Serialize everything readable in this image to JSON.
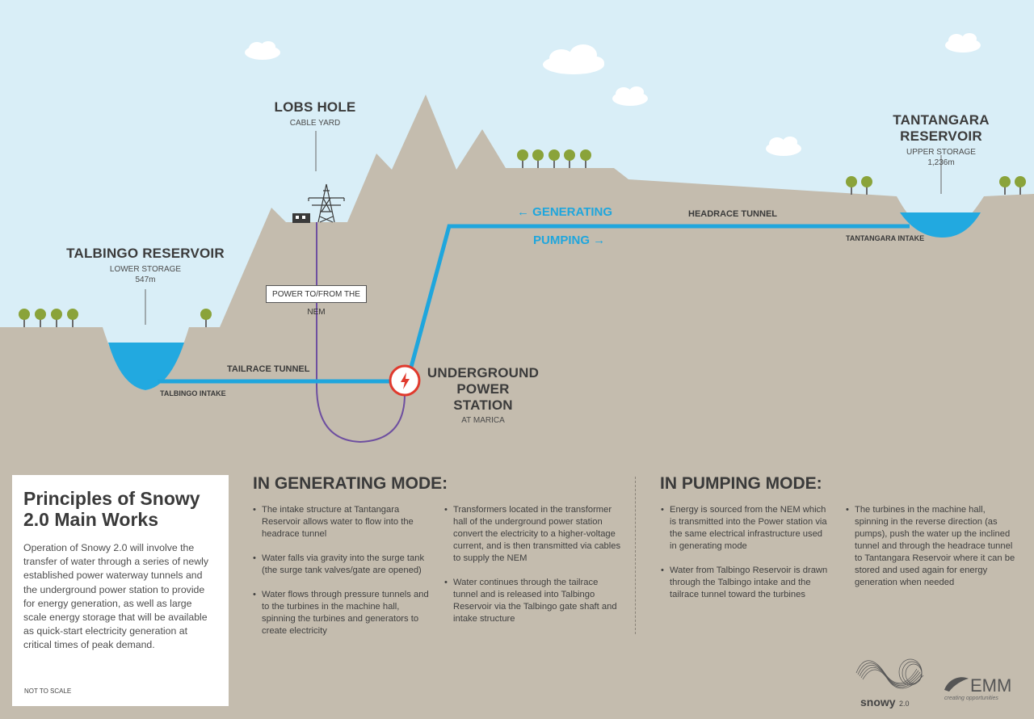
{
  "colors": {
    "sky": "#d9eef7",
    "ground": "#c4bcae",
    "water": "#22a9e0",
    "tunnel": "#1fa6dd",
    "cable": "#6e4fa0",
    "station_red": "#e03a2e",
    "tree_leaf": "#8aa33a",
    "text_dark": "#3a3a3a"
  },
  "labels": {
    "lobs_hole": {
      "title": "LOBS HOLE",
      "subtitle": "CABLE YARD"
    },
    "talbingo": {
      "title": "TALBINGO RESERVOIR",
      "subtitle": "LOWER STORAGE",
      "elevation": "547m"
    },
    "tantangara": {
      "title": "TANTANGARA RESERVOIR",
      "subtitle": "UPPER STORAGE",
      "elevation": "1,236m"
    },
    "power_station": {
      "title_line1": "UNDERGROUND",
      "title_line2": "POWER STATION",
      "subtitle": "AT MARICA"
    },
    "power_box": "POWER TO/FROM THE NEM",
    "tailrace_tunnel": "TAILRACE TUNNEL",
    "headrace_tunnel": "HEADRACE TUNNEL",
    "generating_flow": "← GENERATING",
    "pumping_flow": "PUMPING →",
    "talbingo_intake": "TALBINGO INTAKE",
    "tantangara_intake": "TANTANGARA INTAKE"
  },
  "card": {
    "title": "Principles of Snowy 2.0 Main Works",
    "body": "Operation of Snowy 2.0 will involve the transfer of water through a series of newly established power waterway tunnels and the underground power station to provide for energy generation, as well as large scale energy storage that will be available as quick-start electricity generation at critical times of peak demand.",
    "note": "NOT TO SCALE"
  },
  "generating": {
    "heading": "IN GENERATING MODE:",
    "col1": [
      "The intake structure at Tantangara Reservoir allows water to flow into the headrace tunnel",
      "Water falls via gravity into the surge tank (the surge tank valves/gate are opened)",
      "Water flows through pressure tunnels and to the turbines in the machine hall, spinning the turbines and generators to create electricity"
    ],
    "col2": [
      "Transformers located in the transformer hall of the underground power station convert the electricity to a higher-voltage current, and is then transmitted via cables to supply the NEM",
      "Water continues through the tailrace tunnel and is released into Talbingo Reservoir via the Talbingo gate shaft and intake structure"
    ]
  },
  "pumping": {
    "heading": "IN PUMPING MODE:",
    "col1": [
      "Energy is sourced from the NEM which is transmitted into the Power station via the same electrical infrastructure used in generating mode",
      "Water from Talbingo Reservoir is drawn through the Talbingo intake and the tailrace tunnel toward the turbines"
    ],
    "col2": [
      "The turbines in the machine hall, spinning in the reverse direction (as pumps),  push the water up the inclined tunnel and through the headrace tunnel to Tantangara Reservoir where it can be stored and used again for energy generation when needed"
    ]
  },
  "logos": {
    "snowy": "snowy",
    "snowy_version": "2.0",
    "emm": "EMM",
    "emm_tagline": "creating opportunities"
  }
}
